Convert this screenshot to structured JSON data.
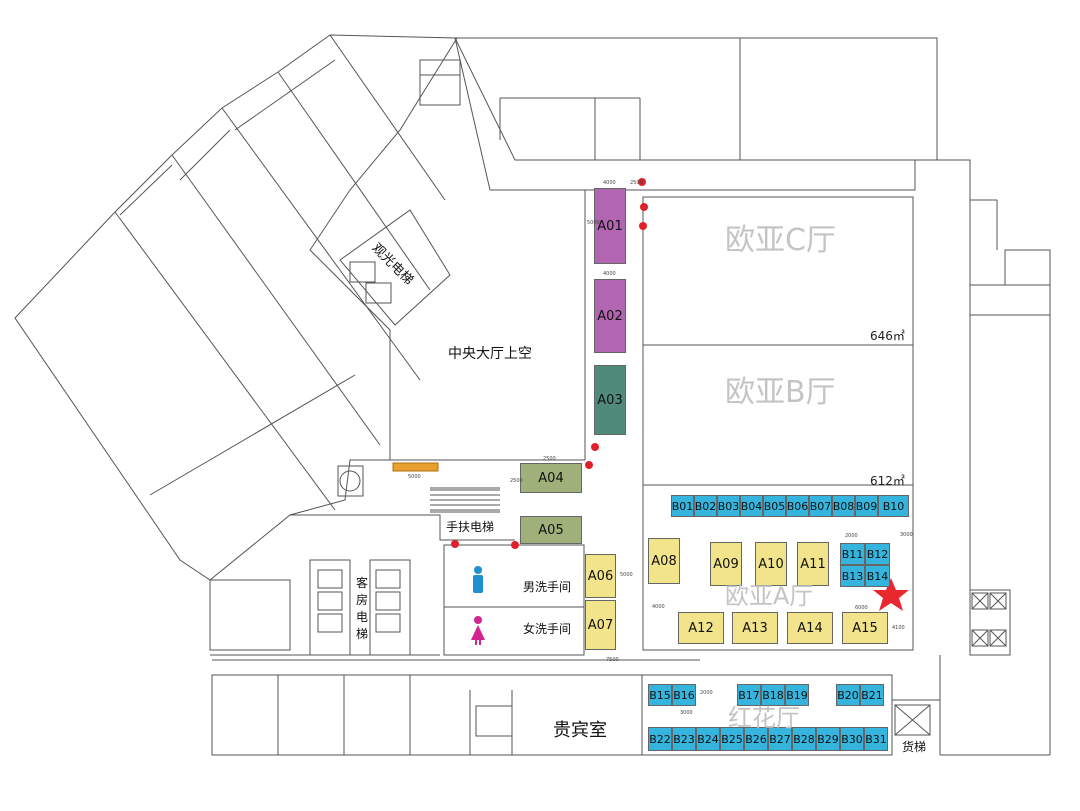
{
  "colors": {
    "wall": "#555555",
    "purple_booth": "#b266b2",
    "teal_booth": "#4f8a7b",
    "olive_booth": "#9fb07a",
    "yellow_booth": "#f2e48b",
    "blue_booth": "#35b5dd",
    "marker_red": "#e0202a",
    "star_red": "#e8282e",
    "hall_text": "#c4c4c4",
    "male_blue": "#1e8fcf",
    "female_pink": "#d2248e",
    "balcony_orange": "#e8a030"
  },
  "halls": {
    "c": "欧亚C厅",
    "b": "欧亚B厅",
    "a": "欧亚A厅",
    "red": "红花厅"
  },
  "areas": {
    "c_area": "646㎡",
    "b_area": "612㎡"
  },
  "rooms": {
    "atrium": "中央大厅上空",
    "sightseeing_elevator": "观光电梯",
    "escalator": "手扶电梯",
    "guest_elevator": "客房电梯",
    "male_wc": "男洗手间",
    "female_wc": "女洗手间",
    "vip_room": "贵宾室",
    "freight_elevator": "货梯"
  },
  "booths_a": [
    "A01",
    "A02",
    "A03",
    "A04",
    "A05",
    "A06",
    "A07",
    "A08",
    "A09",
    "A10",
    "A11",
    "A12",
    "A13",
    "A14",
    "A15"
  ],
  "booths_b": [
    "B01",
    "B02",
    "B03",
    "B04",
    "B05",
    "B06",
    "B07",
    "B08",
    "B09",
    "B10",
    "B11",
    "B12",
    "B13",
    "B14",
    "B15",
    "B16",
    "B17",
    "B18",
    "B19",
    "B20",
    "B21",
    "B22",
    "B23",
    "B24",
    "B25",
    "B26",
    "B27",
    "B28",
    "B29",
    "B30",
    "B31"
  ],
  "dims": [
    "4000",
    "2500",
    "5000",
    "5000",
    "4000",
    "2500",
    "2500",
    "5000",
    "3000",
    "2000",
    "6000",
    "4100",
    "4000",
    "3000",
    "2000",
    "7500"
  ]
}
